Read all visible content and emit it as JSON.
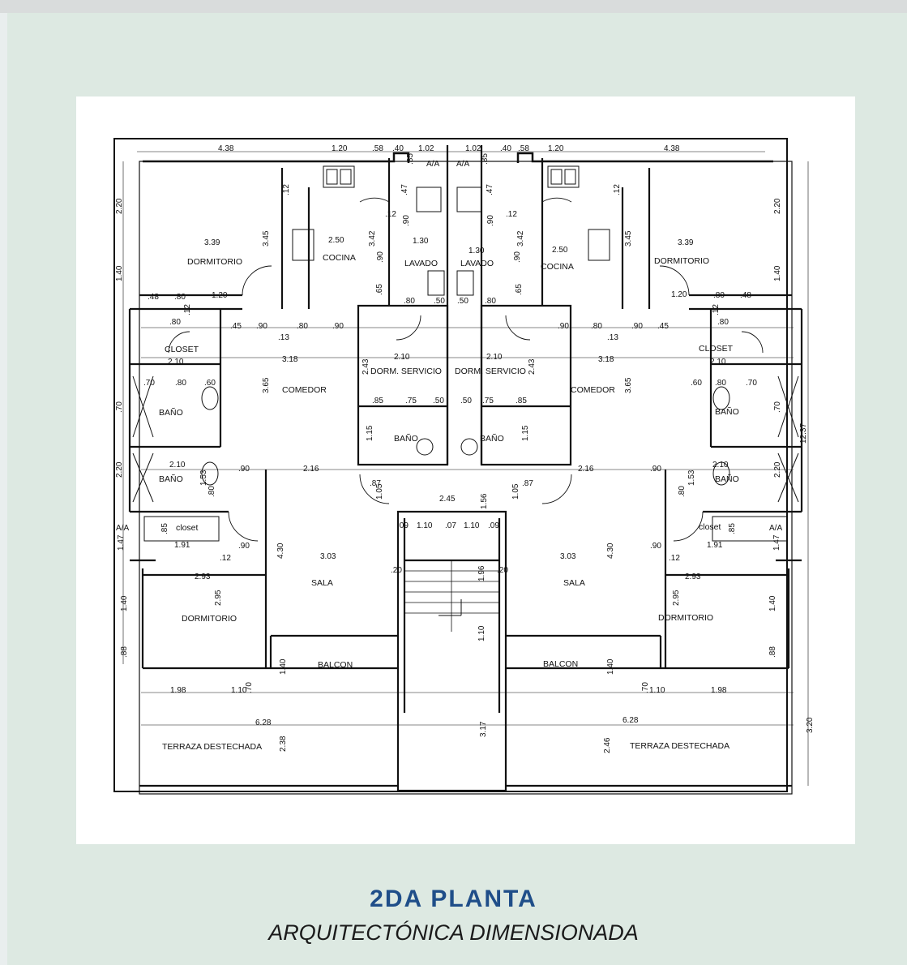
{
  "title": "2DA PLANTA",
  "subtitle": "ARQUITECTÓNICA DIMENSIONADA",
  "colors": {
    "title": "#1f4e89",
    "background": "#dde9e2",
    "card": "#ffffff",
    "line": "#111111"
  },
  "rooms": {
    "dormitorio": "DORMITORIO",
    "cocina": "COCINA",
    "lavado": "LAVADO",
    "closet_upper": "CLOSET",
    "closet_lower": "closet",
    "comedor": "COMEDOR",
    "dorm_servicio": "DORM. SERVICIO",
    "bano": "BAÑO",
    "sala": "SALA",
    "balcon": "BALCON",
    "terraza": "TERRAZA DESTECHADA",
    "aa": "A/A"
  },
  "dims": {
    "d438": "4.38",
    "d120": "1.20",
    "d058": ".58",
    "d040": ".40",
    "d102": "1.02",
    "d085": ".85",
    "d220": "2.20",
    "d140": "1.40",
    "d345": "3.45",
    "d339": "3.39",
    "d250": "2.50",
    "d342": "3.42",
    "d130": "1.30",
    "d012": ".12",
    "d090": ".90",
    "d047": ".47",
    "d048": ".48",
    "d080": ".80",
    "d045": ".45",
    "d013": ".13",
    "d318": "3.18",
    "d210": "2.10",
    "d365": "3.65",
    "d070": ".70",
    "d060": ".60",
    "d065": ".65",
    "d050": ".50",
    "d075": ".75",
    "d115": "1.15",
    "d243": "2.43",
    "d153": "1.53",
    "d216": "2.16",
    "d087": ".87",
    "d105": "1.05",
    "d245": "2.45",
    "d156": "1.56",
    "d191": "1.91",
    "d147": "1.47",
    "d430": "4.30",
    "d303": "3.03",
    "d293": "2.93",
    "d295": "2.95",
    "d009": ".09",
    "d110": "1.10",
    "d007": ".07",
    "d196": "1.96",
    "d020": ".20",
    "d088": ".88",
    "d198": "1.98",
    "d628": "6.28",
    "d238": "2.38",
    "d246": "2.46",
    "d317": "3.17",
    "d320": "3.20",
    "d1237": "12.37"
  }
}
